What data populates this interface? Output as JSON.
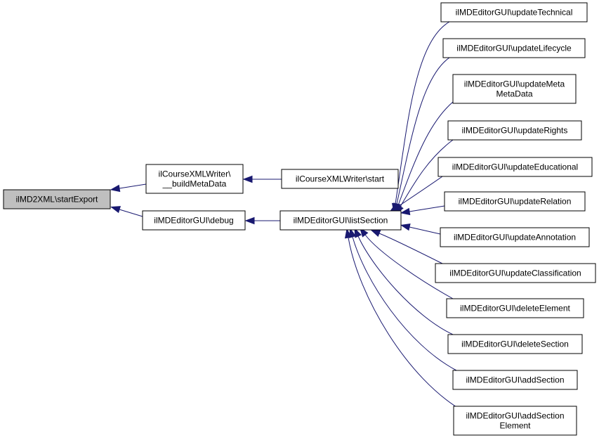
{
  "diagram": {
    "nodes": [
      {
        "id": "startExport",
        "lines": [
          "ilMD2XML\\startExport"
        ],
        "highlight": true
      },
      {
        "id": "buildMetaData",
        "lines": [
          "ilCourseXMLWriter\\",
          "__buildMetaData"
        ]
      },
      {
        "id": "debug",
        "lines": [
          "ilMDEditorGUI\\debug"
        ]
      },
      {
        "id": "cxwStart",
        "lines": [
          "ilCourseXMLWriter\\start"
        ]
      },
      {
        "id": "listSection",
        "lines": [
          "ilMDEditorGUI\\listSection"
        ]
      },
      {
        "id": "updateTechnical",
        "lines": [
          "ilMDEditorGUI\\updateTechnical"
        ]
      },
      {
        "id": "updateLifecycle",
        "lines": [
          "ilMDEditorGUI\\updateLifecycle"
        ]
      },
      {
        "id": "updateMetaMetaData",
        "lines": [
          "ilMDEditorGUI\\updateMeta",
          "MetaData"
        ]
      },
      {
        "id": "updateRights",
        "lines": [
          "ilMDEditorGUI\\updateRights"
        ]
      },
      {
        "id": "updateEducational",
        "lines": [
          "ilMDEditorGUI\\updateEducational"
        ]
      },
      {
        "id": "updateRelation",
        "lines": [
          "ilMDEditorGUI\\updateRelation"
        ]
      },
      {
        "id": "updateAnnotation",
        "lines": [
          "ilMDEditorGUI\\updateAnnotation"
        ]
      },
      {
        "id": "updateClassification",
        "lines": [
          "ilMDEditorGUI\\updateClassification"
        ]
      },
      {
        "id": "deleteElement",
        "lines": [
          "ilMDEditorGUI\\deleteElement"
        ]
      },
      {
        "id": "deleteSection",
        "lines": [
          "ilMDEditorGUI\\deleteSection"
        ]
      },
      {
        "id": "addSection",
        "lines": [
          "ilMDEditorGUI\\addSection"
        ]
      },
      {
        "id": "addSectionElement",
        "lines": [
          "ilMDEditorGUI\\addSection",
          "Element"
        ]
      }
    ],
    "edges": [
      {
        "from": "buildMetaData",
        "to": "startExport"
      },
      {
        "from": "debug",
        "to": "startExport"
      },
      {
        "from": "cxwStart",
        "to": "buildMetaData"
      },
      {
        "from": "listSection",
        "to": "debug"
      },
      {
        "from": "updateTechnical",
        "to": "listSection"
      },
      {
        "from": "updateLifecycle",
        "to": "listSection"
      },
      {
        "from": "updateMetaMetaData",
        "to": "listSection"
      },
      {
        "from": "updateRights",
        "to": "listSection"
      },
      {
        "from": "updateEducational",
        "to": "listSection"
      },
      {
        "from": "updateRelation",
        "to": "listSection"
      },
      {
        "from": "updateAnnotation",
        "to": "listSection"
      },
      {
        "from": "updateClassification",
        "to": "listSection"
      },
      {
        "from": "deleteElement",
        "to": "listSection"
      },
      {
        "from": "deleteSection",
        "to": "listSection"
      },
      {
        "from": "addSection",
        "to": "listSection"
      },
      {
        "from": "addSectionElement",
        "to": "listSection"
      }
    ],
    "colors": {
      "edge": "#191970",
      "node_border": "#000000",
      "root_fill": "#bfbfbf",
      "node_fill": "#ffffff"
    }
  }
}
